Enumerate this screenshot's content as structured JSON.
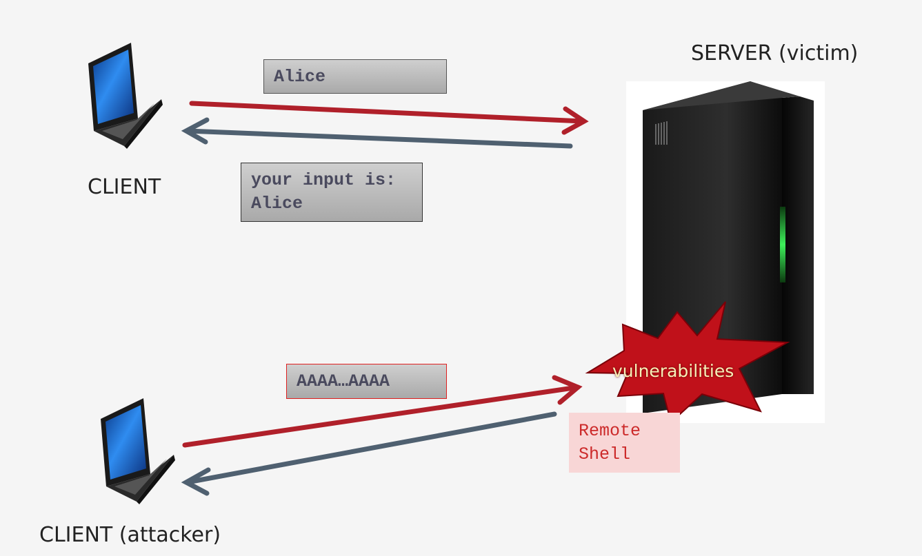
{
  "labels": {
    "client": "CLIENT",
    "server": "SERVER (victim)",
    "attacker": "CLIENT (attacker)"
  },
  "messages": {
    "request_normal": "Alice",
    "response_normal_line1": "your input is:",
    "response_normal_line2": "Alice",
    "request_attack": "AAAA…AAAA",
    "response_attack_line1": "Remote",
    "response_attack_line2": "Shell"
  },
  "burst": {
    "text": "vulnerabilities"
  },
  "icons": [
    "laptop-icon",
    "server-icon",
    "explosion-icon"
  ],
  "colors": {
    "request_arrow": "#b0202a",
    "response_arrow": "#4f6070",
    "burst": "#c0111a",
    "burst_text": "#f6f0b8",
    "attack_box_border": "#e02020",
    "remote_text": "#cc2a2a"
  }
}
